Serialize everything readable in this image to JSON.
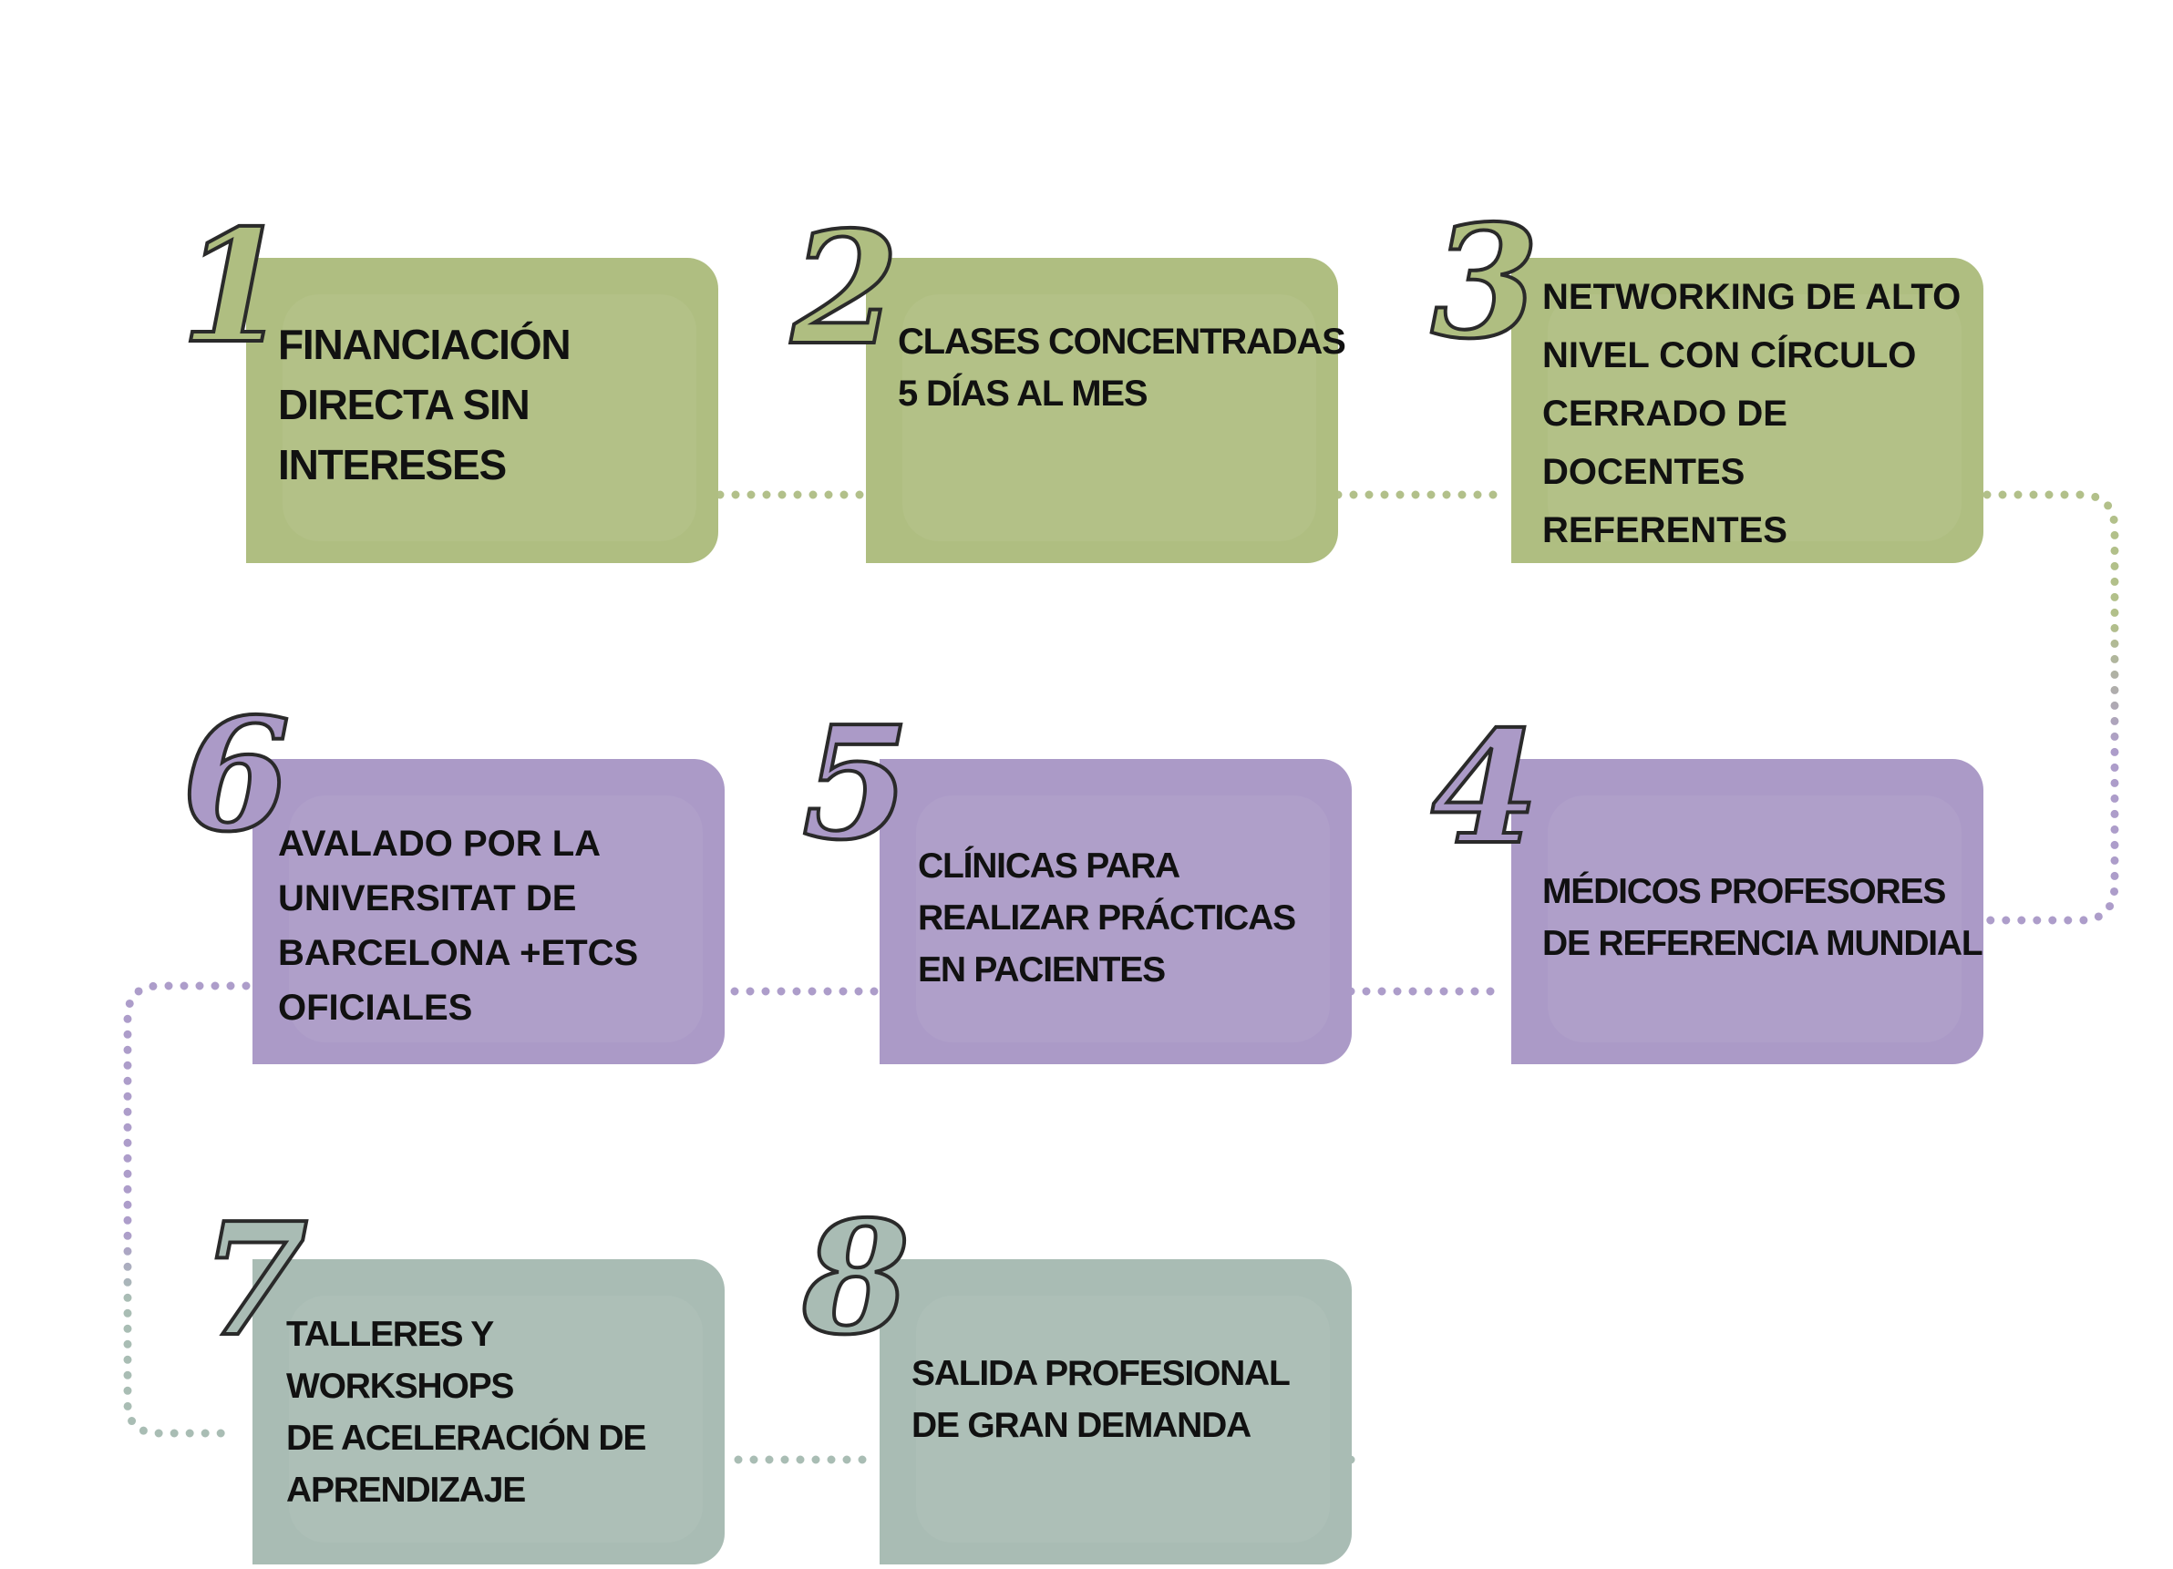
{
  "colors": {
    "green": "#afbe81",
    "purple": "#ab9ac7",
    "gray": "#a9bcb4",
    "green_dot": "#b2c08a",
    "purple_dot": "#ad9dca",
    "gray_dot": "#a9bdb4",
    "text": "#111111"
  },
  "steps": [
    {
      "number": "1",
      "text": "FINANCIACIÓN\nDIRECTA SIN\nINTERESES",
      "color": "green"
    },
    {
      "number": "2",
      "text": "CLASES CONCENTRADAS\n5 DÍAS AL MES",
      "color": "green"
    },
    {
      "number": "3",
      "text": "NETWORKING DE ALTO\nNIVEL CON CÍRCULO\nCERRADO DE\nDOCENTES\nREFERENTES",
      "color": "green"
    },
    {
      "number": "4",
      "text": "MÉDICOS PROFESORES\nDE REFERENCIA MUNDIAL",
      "color": "purple"
    },
    {
      "number": "5",
      "text": "CLÍNICAS PARA\nREALIZAR PRÁCTICAS\nEN PACIENTES",
      "color": "purple"
    },
    {
      "number": "6",
      "text": "AVALADO POR LA\nUNIVERSITAT DE\nBARCELONA +ETCS\nOFICIALES",
      "color": "purple"
    },
    {
      "number": "7",
      "text": "TALLERES Y\nWORKSHOPS\n DE ACELERACIÓN DE\nAPRENDIZAJE",
      "color": "gray"
    },
    {
      "number": "8",
      "text": "SALIDA PROFESIONAL\nDE GRAN DEMANDA",
      "color": "gray"
    }
  ]
}
